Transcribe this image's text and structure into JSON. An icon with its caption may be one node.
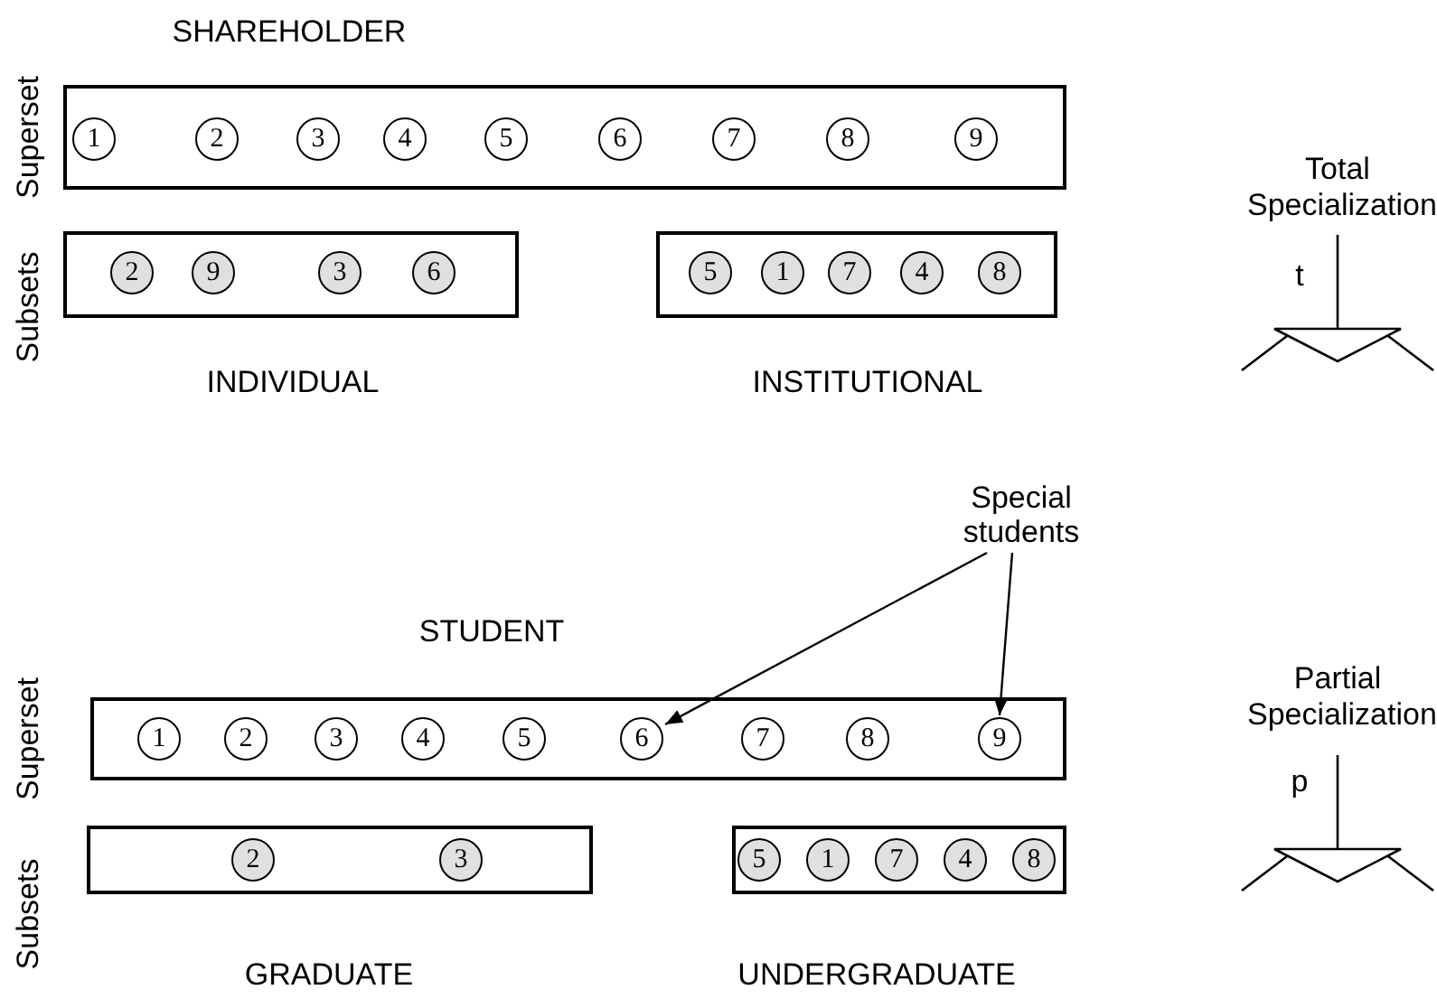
{
  "diagram": {
    "nodes": [
      {
        "text": [
          "SHAREHOLDER"
        ]
      },
      {
        "text": [
          "1"
        ],
        "in": 0
      },
      {
        "text": [
          "2"
        ],
        "in": 0
      },
      {
        "text": [
          "3"
        ],
        "in": 0
      },
      {
        "text": [
          "4"
        ],
        "in": 0
      },
      {
        "text": [
          "5"
        ],
        "in": 0
      },
      {
        "text": [
          "6"
        ],
        "in": 0
      },
      {
        "text": [
          "7"
        ],
        "in": 0
      },
      {
        "text": [
          "8"
        ],
        "in": 0
      },
      {
        "text": [
          "9"
        ],
        "in": 0
      },
      {
        "text": [
          "INDIVIDUAL"
        ]
      },
      {
        "text": [
          "2"
        ],
        "in": 10
      },
      {
        "text": [
          "9"
        ],
        "in": 10
      },
      {
        "text": [
          "3"
        ],
        "in": 10
      },
      {
        "text": [
          "6"
        ],
        "in": 10
      },
      {
        "text": [
          "INSTITUTIONAL"
        ]
      },
      {
        "text": [
          "5"
        ],
        "in": 15
      },
      {
        "text": [
          "1"
        ],
        "in": 15
      },
      {
        "text": [
          "7"
        ],
        "in": 15
      },
      {
        "text": [
          "4"
        ],
        "in": 15
      },
      {
        "text": [
          "8"
        ],
        "in": 15
      },
      {
        "text": [
          "STUDENT"
        ]
      },
      {
        "text": [
          "1"
        ],
        "in": 21
      },
      {
        "text": [
          "2"
        ],
        "in": 21
      },
      {
        "text": [
          "3"
        ],
        "in": 21
      },
      {
        "text": [
          "4"
        ],
        "in": 21
      },
      {
        "text": [
          "5"
        ],
        "in": 21
      },
      {
        "text": [
          "6"
        ],
        "in": 21
      },
      {
        "text": [
          "7"
        ],
        "in": 21
      },
      {
        "text": [
          "8"
        ],
        "in": 21
      },
      {
        "text": [
          "9"
        ],
        "in": 21
      },
      {
        "text": [
          "GRADUATE"
        ]
      },
      {
        "text": [
          "2"
        ],
        "in": 31
      },
      {
        "text": [
          "3"
        ],
        "in": 31
      },
      {
        "text": [
          "UNDERGRADUATE"
        ]
      },
      {
        "text": [
          "5"
        ],
        "in": 34
      },
      {
        "text": [
          "1"
        ],
        "in": 34
      },
      {
        "text": [
          "7"
        ],
        "in": 34
      },
      {
        "text": [
          "4"
        ],
        "in": 34
      },
      {
        "text": [
          "8"
        ],
        "in": 34
      },
      {
        "text": [
          "Special students"
        ]
      }
    ],
    "edges": [
      {
        "from": 40,
        "to": 27,
        "arrow": "to"
      },
      {
        "from": 40,
        "to": 30,
        "arrow": "to"
      }
    ],
    "labels": [
      "Superset",
      "Total Specialization",
      "Subsets",
      "t",
      "Superset",
      "Partial Specialization",
      "Subsets",
      "p"
    ]
  }
}
